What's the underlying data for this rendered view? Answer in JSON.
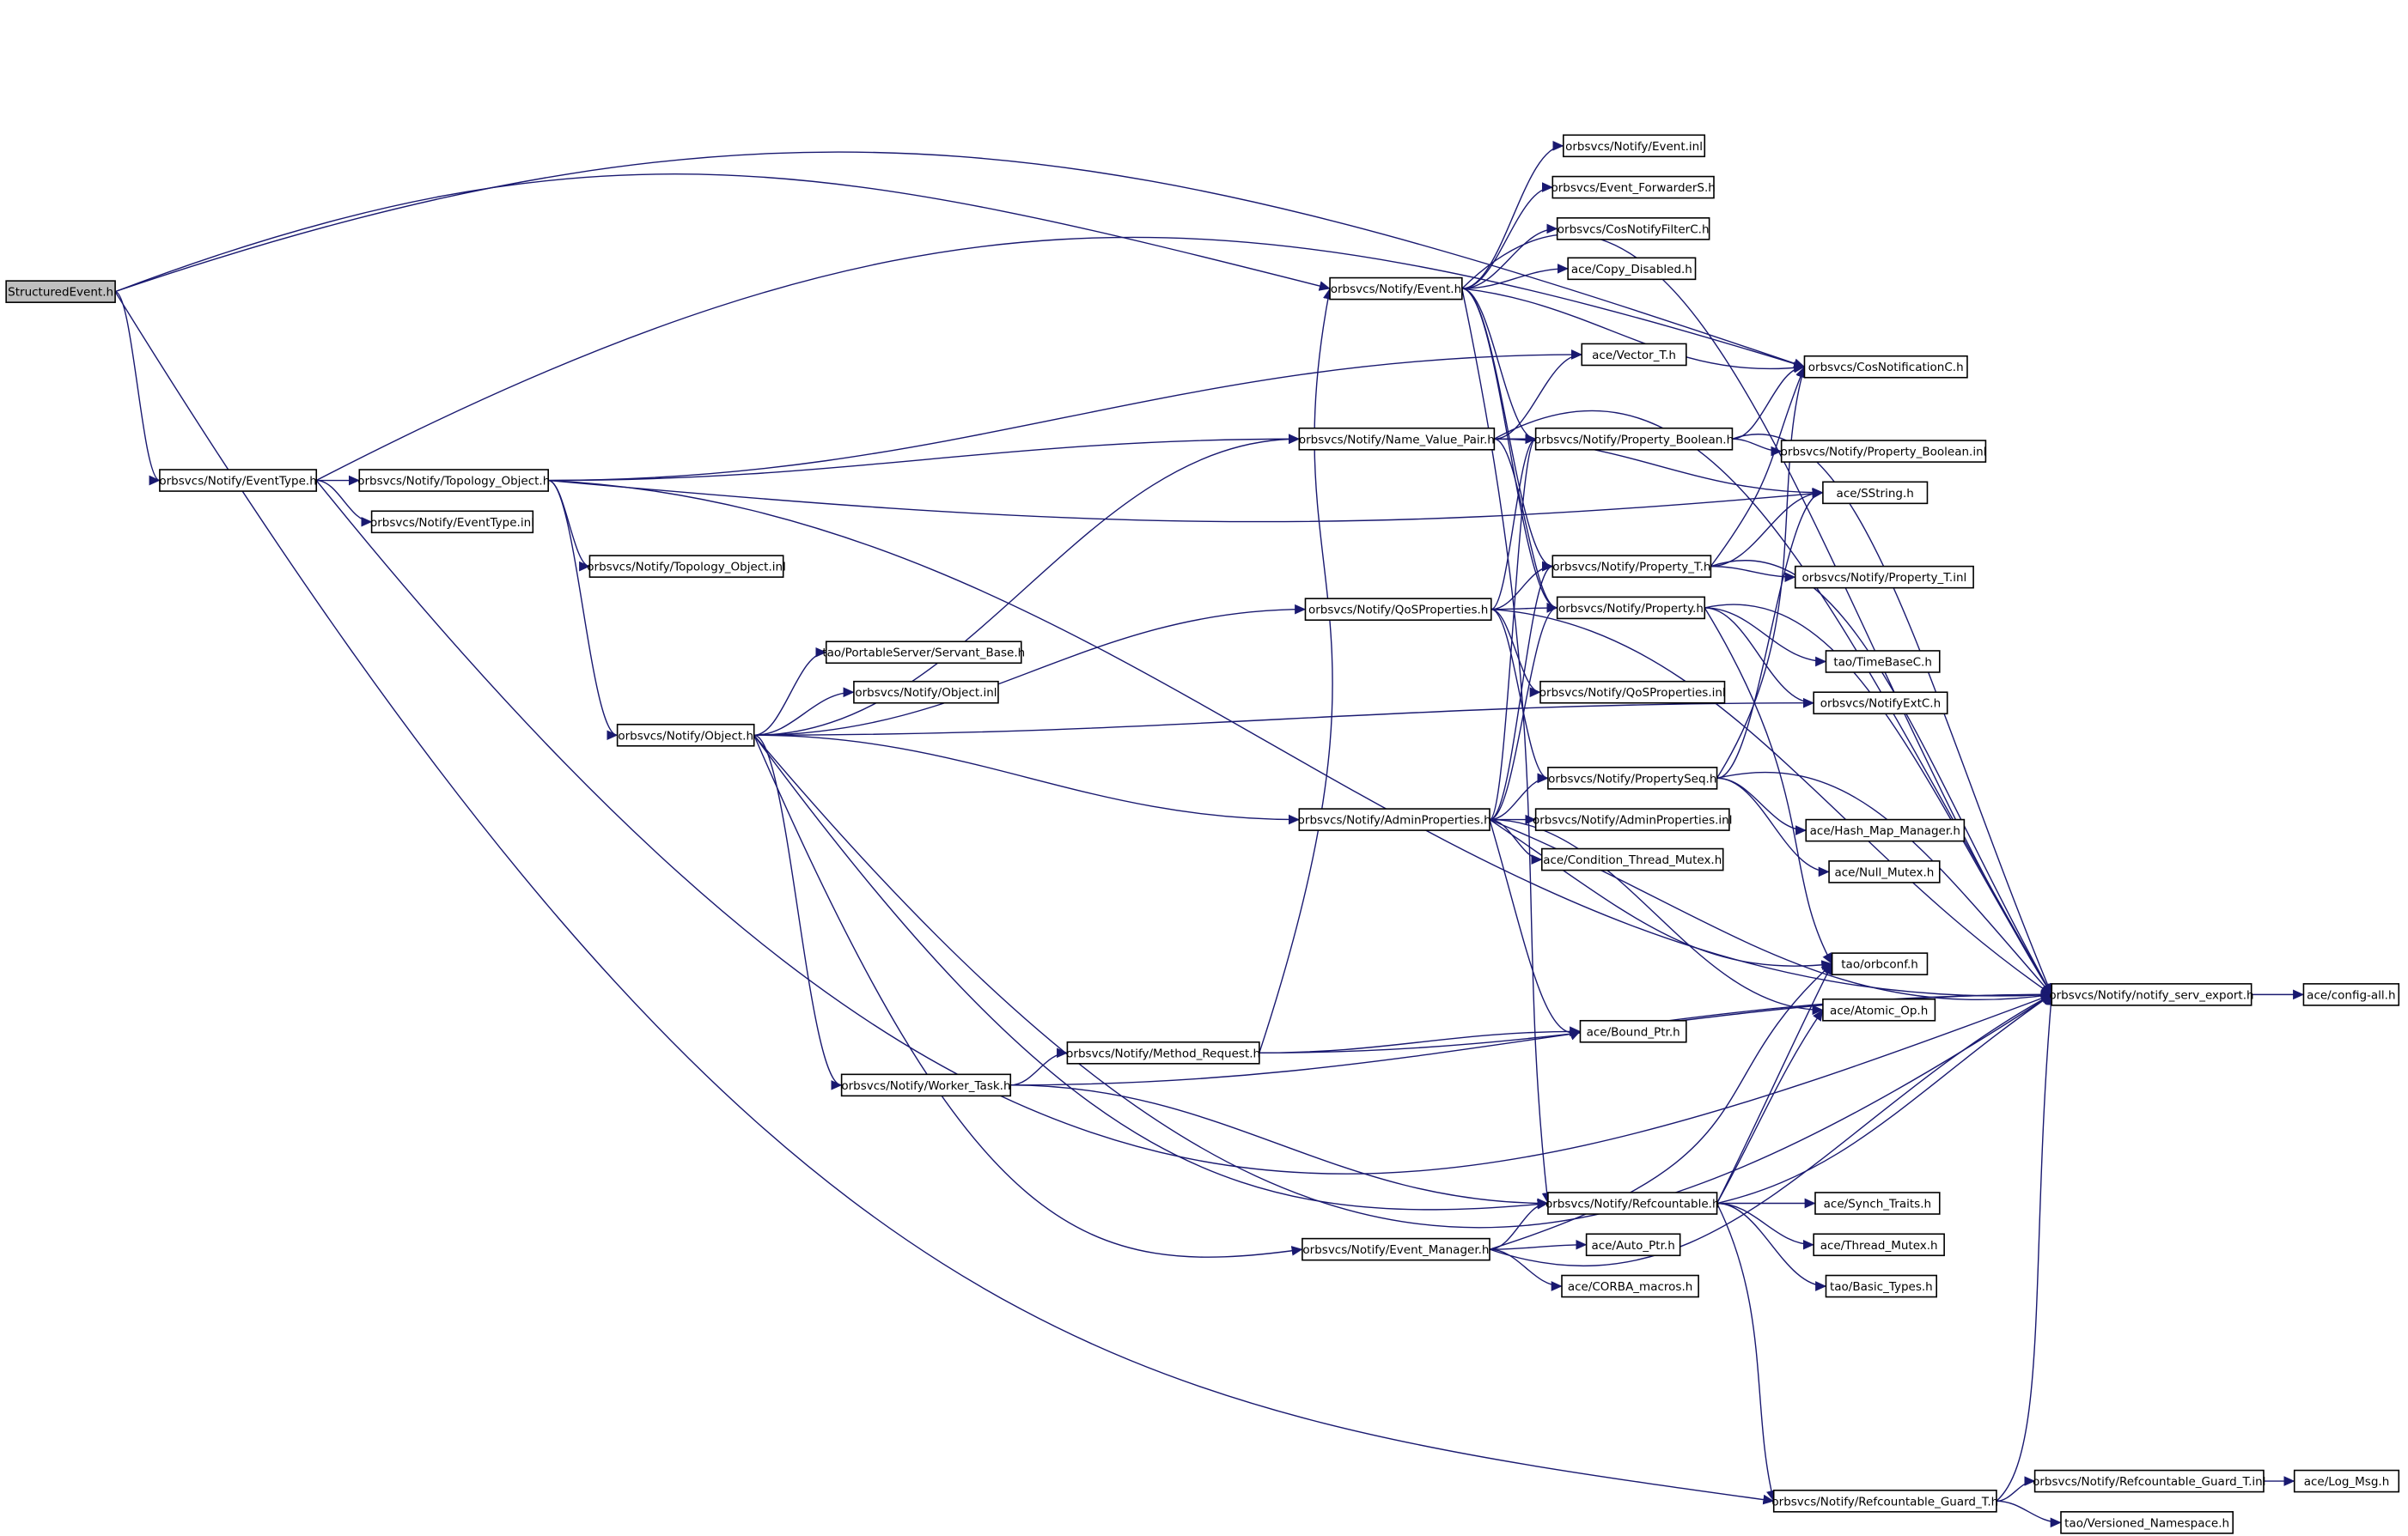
{
  "graph": {
    "title": "",
    "colors": {
      "edge": "#191970",
      "node_border_default": "#000000",
      "node_border_external": "#bfbfbf",
      "node_border_truncated": "#ff0000",
      "node_fill_default": "#ffffff",
      "node_fill_root": "#bfbfbf",
      "text": "#000000"
    },
    "nodes": [
      {
        "id": "structured_event",
        "label": "StructuredEvent.h",
        "kind": "root"
      },
      {
        "id": "event_type_h",
        "label": "orbsvcs/Notify/EventType.h",
        "kind": "default"
      },
      {
        "id": "topology_object_h",
        "label": "orbsvcs/Notify/Topology_Object.h",
        "kind": "default"
      },
      {
        "id": "event_type_inl",
        "label": "orbsvcs/Notify/EventType.inl",
        "kind": "default"
      },
      {
        "id": "topology_object_inl",
        "label": "orbsvcs/Notify/Topology_Object.inl",
        "kind": "default"
      },
      {
        "id": "object_h",
        "label": "orbsvcs/Notify/Object.h",
        "kind": "default"
      },
      {
        "id": "servant_base_h",
        "label": "tao/PortableServer/Servant_Base.h",
        "kind": "external"
      },
      {
        "id": "object_inl",
        "label": "orbsvcs/Notify/Object.inl",
        "kind": "default"
      },
      {
        "id": "worker_task_h",
        "label": "orbsvcs/Notify/Worker_Task.h",
        "kind": "default"
      },
      {
        "id": "method_request_h",
        "label": "orbsvcs/Notify/Method_Request.h",
        "kind": "truncated"
      },
      {
        "id": "event_h",
        "label": "orbsvcs/Notify/Event.h",
        "kind": "default"
      },
      {
        "id": "name_value_pair_h",
        "label": "orbsvcs/Notify/Name_Value_Pair.h",
        "kind": "default"
      },
      {
        "id": "qos_properties_h",
        "label": "orbsvcs/Notify/QoSProperties.h",
        "kind": "default"
      },
      {
        "id": "admin_properties_h",
        "label": "orbsvcs/Notify/AdminProperties.h",
        "kind": "default"
      },
      {
        "id": "event_manager_h",
        "label": "orbsvcs/Notify/Event_Manager.h",
        "kind": "default"
      },
      {
        "id": "event_inl",
        "label": "orbsvcs/Notify/Event.inl",
        "kind": "default"
      },
      {
        "id": "event_forwarders_h",
        "label": "orbsvcs/Event_ForwarderS.h",
        "kind": "external"
      },
      {
        "id": "cos_notify_filter_c_h",
        "label": "orbsvcs/CosNotifyFilterC.h",
        "kind": "external"
      },
      {
        "id": "copy_disabled_h",
        "label": "ace/Copy_Disabled.h",
        "kind": "external"
      },
      {
        "id": "vector_t_h",
        "label": "ace/Vector_T.h",
        "kind": "external"
      },
      {
        "id": "property_boolean_h",
        "label": "orbsvcs/Notify/Property_Boolean.h",
        "kind": "default"
      },
      {
        "id": "property_t_h",
        "label": "orbsvcs/Notify/Property_T.h",
        "kind": "default"
      },
      {
        "id": "property_h",
        "label": "orbsvcs/Notify/Property.h",
        "kind": "default"
      },
      {
        "id": "qos_properties_inl",
        "label": "orbsvcs/Notify/QoSProperties.inl",
        "kind": "default"
      },
      {
        "id": "property_seq_h",
        "label": "orbsvcs/Notify/PropertySeq.h",
        "kind": "truncated"
      },
      {
        "id": "admin_properties_inl",
        "label": "orbsvcs/Notify/AdminProperties.inl",
        "kind": "default"
      },
      {
        "id": "condition_thread_mutex_h",
        "label": "ace/Condition_Thread_Mutex.h",
        "kind": "external"
      },
      {
        "id": "bound_ptr_h",
        "label": "ace/Bound_Ptr.h",
        "kind": "external"
      },
      {
        "id": "refcountable_h",
        "label": "orbsvcs/Notify/Refcountable.h",
        "kind": "default"
      },
      {
        "id": "auto_ptr_h",
        "label": "ace/Auto_Ptr.h",
        "kind": "external"
      },
      {
        "id": "corba_macros_h",
        "label": "ace/CORBA_macros.h",
        "kind": "external"
      },
      {
        "id": "refcountable_guard_t_h",
        "label": "orbsvcs/Notify/Refcountable_Guard_T.h",
        "kind": "default"
      },
      {
        "id": "cos_notification_c_h",
        "label": "orbsvcs/CosNotificationC.h",
        "kind": "external"
      },
      {
        "id": "property_boolean_inl",
        "label": "orbsvcs/Notify/Property_Boolean.inl",
        "kind": "default"
      },
      {
        "id": "sstring_h",
        "label": "ace/SString.h",
        "kind": "external"
      },
      {
        "id": "property_t_inl",
        "label": "orbsvcs/Notify/Property_T.inl",
        "kind": "default"
      },
      {
        "id": "time_base_c_h",
        "label": "tao/TimeBaseC.h",
        "kind": "external"
      },
      {
        "id": "notify_ext_c_h",
        "label": "orbsvcs/NotifyExtC.h",
        "kind": "external"
      },
      {
        "id": "hash_map_manager_h",
        "label": "ace/Hash_Map_Manager.h",
        "kind": "external"
      },
      {
        "id": "null_mutex_h",
        "label": "ace/Null_Mutex.h",
        "kind": "external"
      },
      {
        "id": "orbconf_h",
        "label": "tao/orbconf.h",
        "kind": "external"
      },
      {
        "id": "atomic_op_h",
        "label": "ace/Atomic_Op.h",
        "kind": "external"
      },
      {
        "id": "synch_traits_h",
        "label": "ace/Synch_Traits.h",
        "kind": "external"
      },
      {
        "id": "thread_mutex_h",
        "label": "ace/Thread_Mutex.h",
        "kind": "external"
      },
      {
        "id": "basic_types_h",
        "label": "tao/Basic_Types.h",
        "kind": "external"
      },
      {
        "id": "refcountable_guard_t_inl",
        "label": "orbsvcs/Notify/Refcountable_Guard_T.inl",
        "kind": "default"
      },
      {
        "id": "versioned_namespace_h",
        "label": "tao/Versioned_Namespace.h",
        "kind": "external"
      },
      {
        "id": "notify_serv_export_h",
        "label": "orbsvcs/Notify/notify_serv_export.h",
        "kind": "default"
      },
      {
        "id": "config_all_h",
        "label": "ace/config-all.h",
        "kind": "external"
      },
      {
        "id": "log_msg_h",
        "label": "ace/Log_Msg.h",
        "kind": "external"
      }
    ],
    "edges": [
      [
        "structured_event",
        "event_type_h"
      ],
      [
        "structured_event",
        "event_h"
      ],
      [
        "structured_event",
        "cos_notification_c_h"
      ],
      [
        "structured_event",
        "refcountable_guard_t_h"
      ],
      [
        "event_type_h",
        "topology_object_h"
      ],
      [
        "event_type_h",
        "event_type_inl"
      ],
      [
        "event_type_h",
        "cos_notification_c_h"
      ],
      [
        "event_type_h",
        "notify_serv_export_h"
      ],
      [
        "topology_object_h",
        "topology_object_inl"
      ],
      [
        "topology_object_h",
        "object_h"
      ],
      [
        "topology_object_h",
        "name_value_pair_h"
      ],
      [
        "topology_object_h",
        "vector_t_h"
      ],
      [
        "topology_object_h",
        "sstring_h"
      ],
      [
        "topology_object_h",
        "notify_serv_export_h"
      ],
      [
        "object_h",
        "servant_base_h"
      ],
      [
        "object_h",
        "object_inl"
      ],
      [
        "object_h",
        "name_value_pair_h"
      ],
      [
        "object_h",
        "qos_properties_h"
      ],
      [
        "object_h",
        "notify_ext_c_h"
      ],
      [
        "object_h",
        "admin_properties_h"
      ],
      [
        "object_h",
        "worker_task_h"
      ],
      [
        "object_h",
        "refcountable_h"
      ],
      [
        "object_h",
        "event_manager_h"
      ],
      [
        "object_h",
        "notify_serv_export_h"
      ],
      [
        "worker_task_h",
        "method_request_h"
      ],
      [
        "worker_task_h",
        "refcountable_h"
      ],
      [
        "worker_task_h",
        "notify_serv_export_h"
      ],
      [
        "method_request_h",
        "event_h"
      ],
      [
        "method_request_h",
        "bound_ptr_h"
      ],
      [
        "method_request_h",
        "notify_serv_export_h"
      ],
      [
        "event_h",
        "event_inl"
      ],
      [
        "event_h",
        "event_forwarders_h"
      ],
      [
        "event_h",
        "cos_notify_filter_c_h"
      ],
      [
        "event_h",
        "copy_disabled_h"
      ],
      [
        "event_h",
        "cos_notification_c_h"
      ],
      [
        "event_h",
        "property_boolean_h"
      ],
      [
        "event_h",
        "property_t_h"
      ],
      [
        "event_h",
        "property_h"
      ],
      [
        "event_h",
        "refcountable_h"
      ],
      [
        "event_h",
        "notify_serv_export_h"
      ],
      [
        "name_value_pair_h",
        "property_boolean_h"
      ],
      [
        "name_value_pair_h",
        "property_h"
      ],
      [
        "name_value_pair_h",
        "sstring_h"
      ],
      [
        "name_value_pair_h",
        "vector_t_h"
      ],
      [
        "name_value_pair_h",
        "notify_serv_export_h"
      ],
      [
        "qos_properties_h",
        "property_t_h"
      ],
      [
        "qos_properties_h",
        "property_h"
      ],
      [
        "qos_properties_h",
        "qos_properties_inl"
      ],
      [
        "qos_properties_h",
        "property_seq_h"
      ],
      [
        "qos_properties_h",
        "property_boolean_h"
      ],
      [
        "qos_properties_h",
        "notify_serv_export_h"
      ],
      [
        "admin_properties_h",
        "property_seq_h"
      ],
      [
        "admin_properties_h",
        "admin_properties_inl"
      ],
      [
        "admin_properties_h",
        "condition_thread_mutex_h"
      ],
      [
        "admin_properties_h",
        "orbconf_h"
      ],
      [
        "admin_properties_h",
        "atomic_op_h"
      ],
      [
        "admin_properties_h",
        "bound_ptr_h"
      ],
      [
        "admin_properties_h",
        "property_h"
      ],
      [
        "admin_properties_h",
        "property_boolean_h"
      ],
      [
        "admin_properties_h",
        "property_t_h"
      ],
      [
        "admin_properties_h",
        "notify_serv_export_h"
      ],
      [
        "event_manager_h",
        "refcountable_h"
      ],
      [
        "event_manager_h",
        "auto_ptr_h"
      ],
      [
        "event_manager_h",
        "corba_macros_h"
      ],
      [
        "event_manager_h",
        "orbconf_h"
      ],
      [
        "event_manager_h",
        "notify_serv_export_h"
      ],
      [
        "property_boolean_h",
        "property_boolean_inl"
      ],
      [
        "property_boolean_h",
        "cos_notification_c_h"
      ],
      [
        "property_boolean_h",
        "notify_serv_export_h"
      ],
      [
        "property_t_h",
        "property_t_inl"
      ],
      [
        "property_t_h",
        "sstring_h"
      ],
      [
        "property_t_h",
        "cos_notification_c_h"
      ],
      [
        "property_t_h",
        "notify_serv_export_h"
      ],
      [
        "property_h",
        "time_base_c_h"
      ],
      [
        "property_h",
        "notify_ext_c_h"
      ],
      [
        "property_h",
        "orbconf_h"
      ],
      [
        "property_h",
        "notify_serv_export_h"
      ],
      [
        "property_seq_h",
        "hash_map_manager_h"
      ],
      [
        "property_seq_h",
        "null_mutex_h"
      ],
      [
        "property_seq_h",
        "sstring_h"
      ],
      [
        "property_seq_h",
        "cos_notification_c_h"
      ],
      [
        "property_seq_h",
        "notify_serv_export_h"
      ],
      [
        "refcountable_h",
        "synch_traits_h"
      ],
      [
        "refcountable_h",
        "thread_mutex_h"
      ],
      [
        "refcountable_h",
        "basic_types_h"
      ],
      [
        "refcountable_h",
        "atomic_op_h"
      ],
      [
        "refcountable_h",
        "orbconf_h"
      ],
      [
        "refcountable_h",
        "refcountable_guard_t_h"
      ],
      [
        "refcountable_h",
        "notify_serv_export_h"
      ],
      [
        "refcountable_guard_t_h",
        "refcountable_guard_t_inl"
      ],
      [
        "refcountable_guard_t_h",
        "versioned_namespace_h"
      ],
      [
        "refcountable_guard_t_h",
        "notify_serv_export_h"
      ],
      [
        "refcountable_guard_t_inl",
        "log_msg_h"
      ],
      [
        "notify_serv_export_h",
        "config_all_h"
      ]
    ]
  }
}
